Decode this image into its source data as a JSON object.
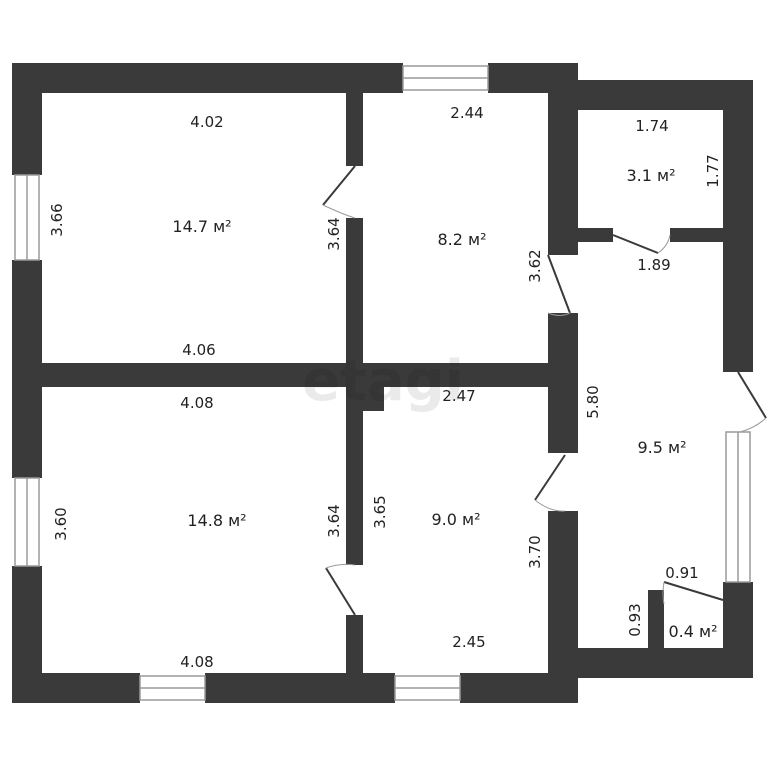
{
  "watermark": "etagi",
  "rooms": [
    {
      "id": "room1",
      "area": "14.7 м²",
      "dims": [
        "4.02",
        "3.66",
        "3.64",
        "4.06"
      ]
    },
    {
      "id": "room2",
      "area": "8.2 м²",
      "dims": [
        "2.44",
        "3.62"
      ]
    },
    {
      "id": "room3",
      "area": "3.1 м²",
      "dims": [
        "1.74",
        "1.77",
        "1.89"
      ]
    },
    {
      "id": "room4",
      "area": "14.8 м²",
      "dims": [
        "4.08",
        "3.60",
        "3.64",
        "4.08"
      ]
    },
    {
      "id": "room5",
      "area": "9.0 м²",
      "dims": [
        "2.47",
        "3.65",
        "3.70",
        "2.45"
      ]
    },
    {
      "id": "room6",
      "area": "9.5 м²",
      "dims": [
        "5.80",
        "0.91",
        "0.93"
      ]
    },
    {
      "id": "room7",
      "area": "0.4 м²",
      "dims": []
    }
  ]
}
